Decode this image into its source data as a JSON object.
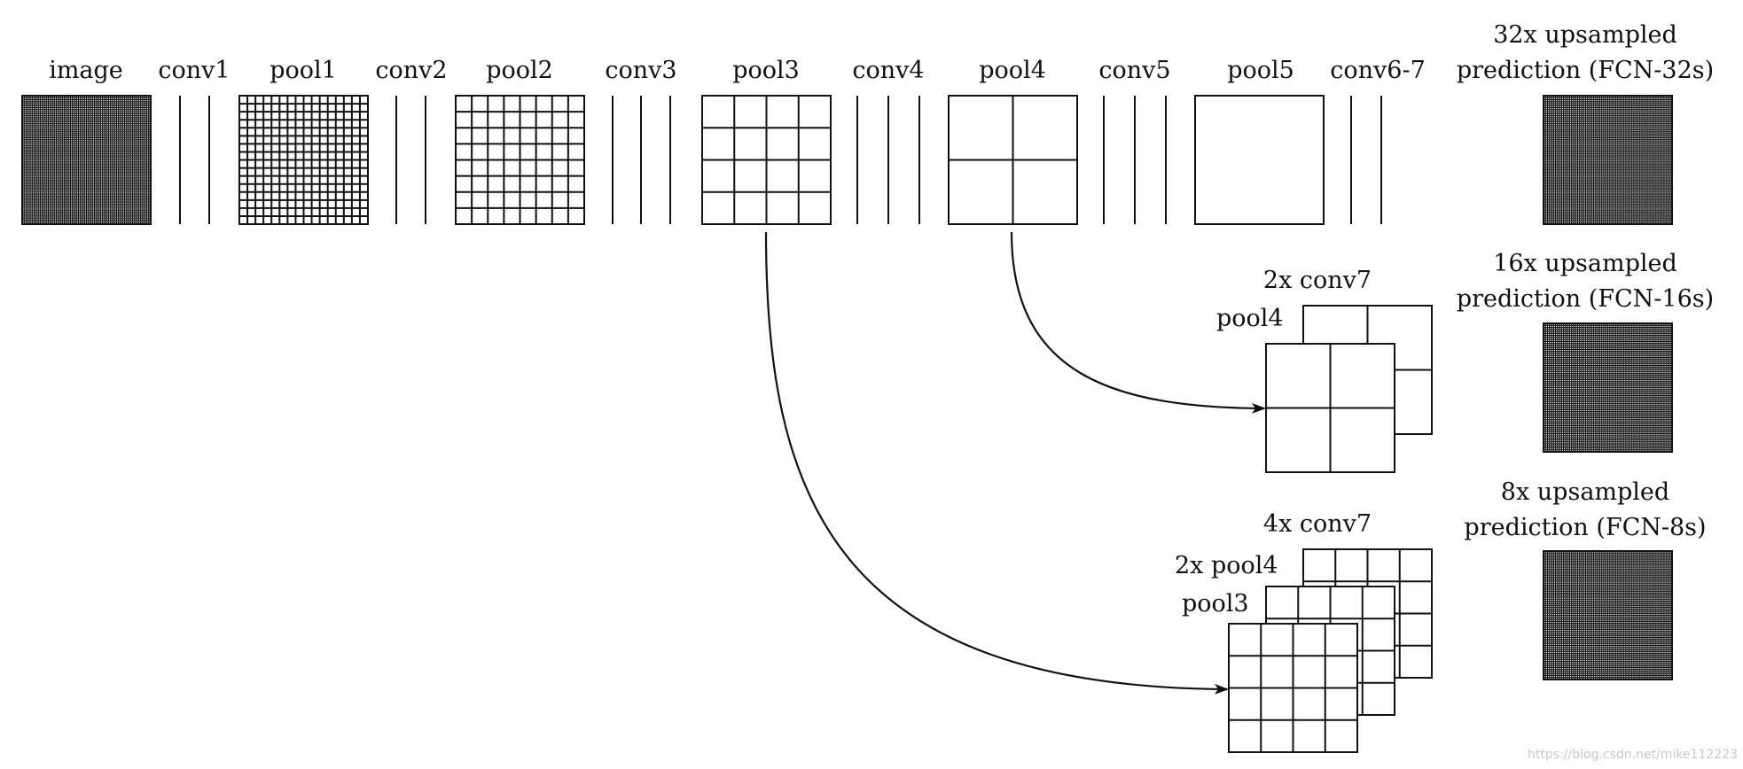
{
  "diagram": {
    "stage_labels": {
      "image": "image",
      "conv1": "conv1",
      "pool1": "pool1",
      "conv2": "conv2",
      "pool2": "pool2",
      "conv3": "conv3",
      "pool3": "pool3",
      "conv4": "conv4",
      "pool4": "pool4",
      "conv5": "conv5",
      "pool5": "pool5",
      "conv67": "conv6-7"
    },
    "outputs": {
      "fcn32": {
        "line1": "32x upsampled",
        "line2": "prediction (FCN-32s)"
      },
      "fcn16": {
        "line1": "16x upsampled",
        "line2": "prediction (FCN-16s)"
      },
      "fcn8": {
        "line1": "8x upsampled",
        "line2": "prediction (FCN-8s)"
      }
    },
    "fusion16": {
      "conv7_label": "2x conv7",
      "pool4_label": "pool4"
    },
    "fusion8": {
      "conv7_label": "4x conv7",
      "pool4_label": "2x pool4",
      "pool3_label": "pool3"
    },
    "watermark": "https://blog.csdn.net/mike112223",
    "colors": {
      "stroke": "#111111",
      "background": "#ffffff",
      "watermark": "#c8c8c8"
    },
    "grid_divisions": {
      "image": 64,
      "pool1": 16,
      "pool2": 8,
      "pool3": 4,
      "pool4": 2,
      "pool5": 1,
      "fcn32": 64,
      "fcn16": 64,
      "fcn8": 64,
      "fusion16_conv7": 2,
      "fusion16_pool4": 2,
      "fusion8_conv7": 4,
      "fusion8_pool4": 4,
      "fusion8_pool3": 4
    }
  }
}
